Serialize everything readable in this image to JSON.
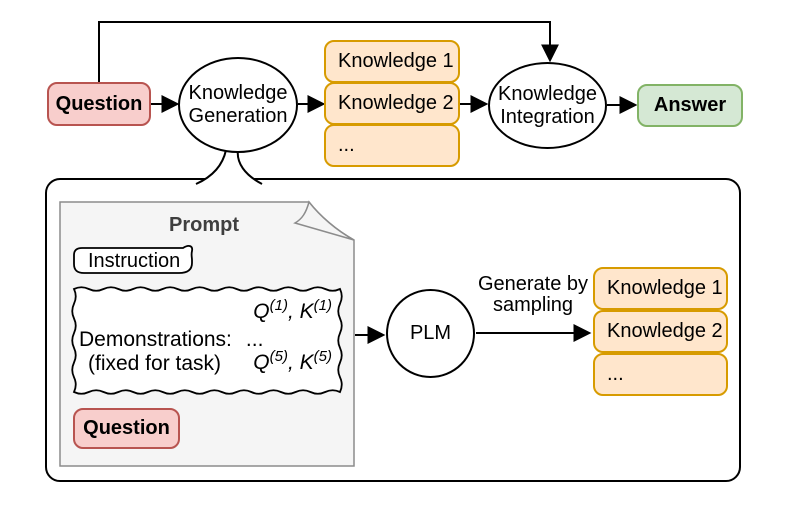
{
  "colors": {
    "question_fill": "#f8cecc",
    "question_stroke": "#b85450",
    "knowledge_fill": "#ffe6cc",
    "knowledge_stroke": "#d79b00",
    "answer_fill": "#d5e8d4",
    "answer_stroke": "#82b366",
    "panel_fill": "#f5f5f5",
    "panel_stroke": "#8c8c8c",
    "line_color": "#000000"
  },
  "top_flow": {
    "question": "Question",
    "generation": {
      "line1": "Knowledge",
      "line2": "Generation"
    },
    "knowledge_stack": [
      "Knowledge 1",
      "Knowledge 2",
      "..."
    ],
    "integration": {
      "line1": "Knowledge",
      "line2": "Integration"
    },
    "answer": "Answer"
  },
  "detail": {
    "prompt_title": "Prompt",
    "instruction": "Instruction",
    "demonstrations": {
      "label": "Demonstrations:",
      "ellipsis": "...",
      "note": "(fixed for task)",
      "pair1": {
        "q": "Q",
        "q_sup": "(1)",
        "sep": ", ",
        "k": "K",
        "k_sup": "(1)"
      },
      "pair5": {
        "q": "Q",
        "q_sup": "(5)",
        "sep": ", ",
        "k": "K",
        "k_sup": "(5)"
      }
    },
    "question": "Question",
    "plm": "PLM",
    "arrow_label_line1": "Generate by",
    "arrow_label_line2": "sampling",
    "knowledge_stack": [
      "Knowledge 1",
      "Knowledge 2",
      "..."
    ]
  }
}
